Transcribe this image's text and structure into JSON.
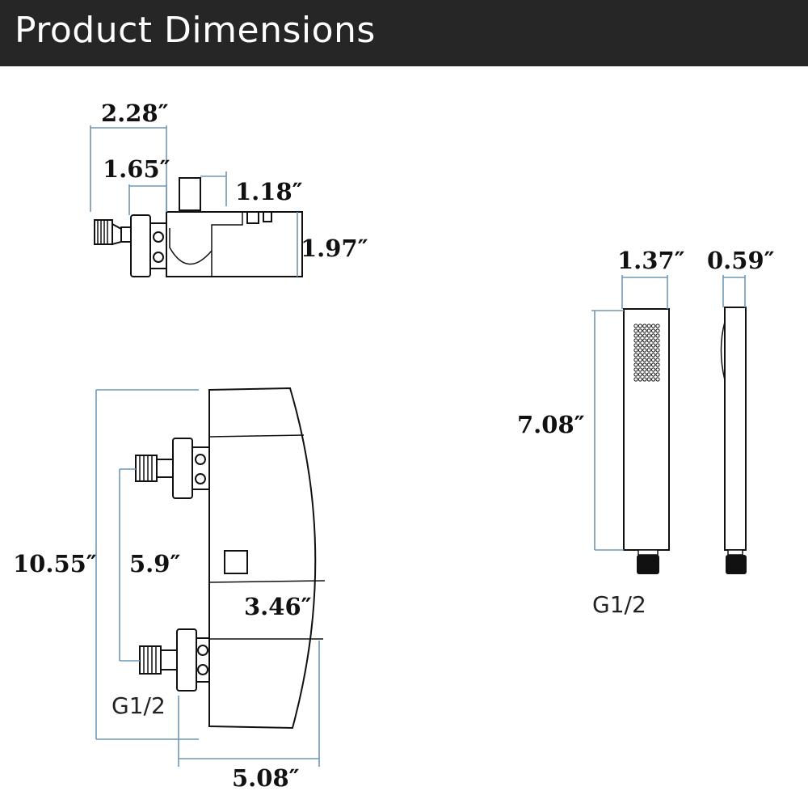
{
  "header": {
    "title": "Product Dimensions"
  },
  "dimensions": {
    "bracket_total_depth": "2.28″",
    "bracket_mount_depth": "1.65″",
    "bracket_holder_width": "1.18″",
    "bracket_height": "1.97″",
    "valve_height": "10.55″",
    "valve_inlet_spacing": "5.9″",
    "valve_depth": "3.46″",
    "valve_total_depth": "5.08″",
    "valve_thread": "G1/2",
    "handshower_width": "1.37″",
    "handshower_thickness": "0.59″",
    "handshower_length": "7.08″",
    "handshower_thread": "G1/2"
  }
}
